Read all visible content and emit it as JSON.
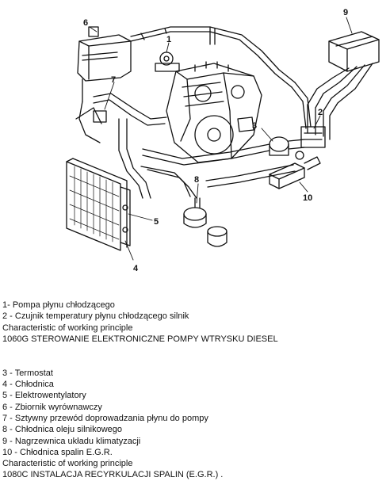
{
  "diagram": {
    "callouts": [
      "1",
      "2",
      "3",
      "4",
      "5",
      "6",
      "7",
      "8",
      "9",
      "10"
    ]
  },
  "legend": {
    "group_a": [
      "1- Pompa płynu chłodzącego",
      "2 - Czujnik temperatury płynu chłodzącego silnik",
      "Characteristic of working principle",
      "1060G STEROWANIE ELEKTRONICZNE POMPY WTRYSKU DIESEL"
    ],
    "group_b": [
      "3 - Termostat",
      "4 - Chłodnica",
      "5 - Elektrowentylatory",
      "6 - Zbiornik wyrównawczy",
      "7 - Sztywny przewód doprowadzania płynu do pompy",
      "8 - Chłodnica oleju silnikowego",
      "9 - Nagrzewnica układu klimatyzacji",
      "10 - Chłodnica spalin E.G.R.",
      "Characteristic of working principle",
      "1080C INSTALACJA RECYRKULACJI SPALIN (E.G.R.) ."
    ]
  }
}
